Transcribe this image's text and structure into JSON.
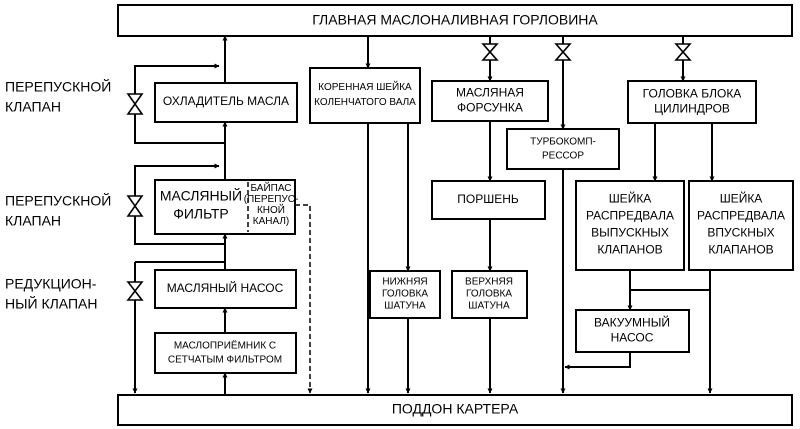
{
  "header_title": "ГЛАВНАЯ МАСЛОНАЛИВНАЯ ГОРЛОВИНА",
  "footer_title": "ПОДДОН КАРТЕРА",
  "side_labels": {
    "bypass_valve_1": [
      "ПЕРЕПУСКНОЙ",
      "КЛАПАН"
    ],
    "bypass_valve_2": [
      "ПЕРЕПУСКНОЙ",
      "КЛАПАН"
    ],
    "reducing_valve": [
      "РЕДУКЦИОН-",
      "НЫЙ КЛАПАН"
    ]
  },
  "boxes": {
    "oil_cooler": [
      "ОХЛАДИТЕЛЬ МАСЛА"
    ],
    "oil_filter": [
      "МАСЛЯНЫЙ",
      "ФИЛЬТР"
    ],
    "filter_bypass": [
      "БАЙПАС",
      "(ПЕРЕПУС-",
      "КНОЙ",
      "КАНАЛ)"
    ],
    "oil_pump": [
      "МАСЛЯНЫЙ НАСОС"
    ],
    "oil_intake": [
      "МАСЛОПРИЁМНИК С",
      "СЕТЧАТЫМ ФИЛЬТРОМ"
    ],
    "crankshaft_main_journal": [
      "КОРЕННАЯ ШЕЙКА",
      "КОЛЕНЧАТОГО ВАЛА"
    ],
    "conrod_big_end": [
      "НИЖНЯЯ",
      "ГОЛОВКА",
      "ШАТУНА"
    ],
    "oil_nozzle": [
      "МАСЛЯНАЯ",
      "ФОРСУНКА"
    ],
    "piston": [
      "ПОРШЕНЬ"
    ],
    "conrod_small_end": [
      "ВЕРХНЯЯ",
      "ГОЛОВКА",
      "ШАТУНА"
    ],
    "turbocharger": [
      "ТУРБОКОМП-",
      "РЕССОР"
    ],
    "cylinder_head": [
      "ГОЛОВКА БЛОКА",
      "ЦИЛИНДРОВ"
    ],
    "exhaust_camshaft_journal": [
      "ШЕЙКА",
      "РАСПРЕДВАЛА",
      "ВЫПУСКНЫХ",
      "КЛАПАНОВ"
    ],
    "intake_camshaft_journal": [
      "ШЕЙКА",
      "РАСПРЕДВАЛА",
      "ВПУСКНЫХ",
      "КЛАПАНОВ"
    ],
    "vacuum_pump": [
      "ВАКУУМНЫЙ",
      "НАСОС"
    ]
  }
}
